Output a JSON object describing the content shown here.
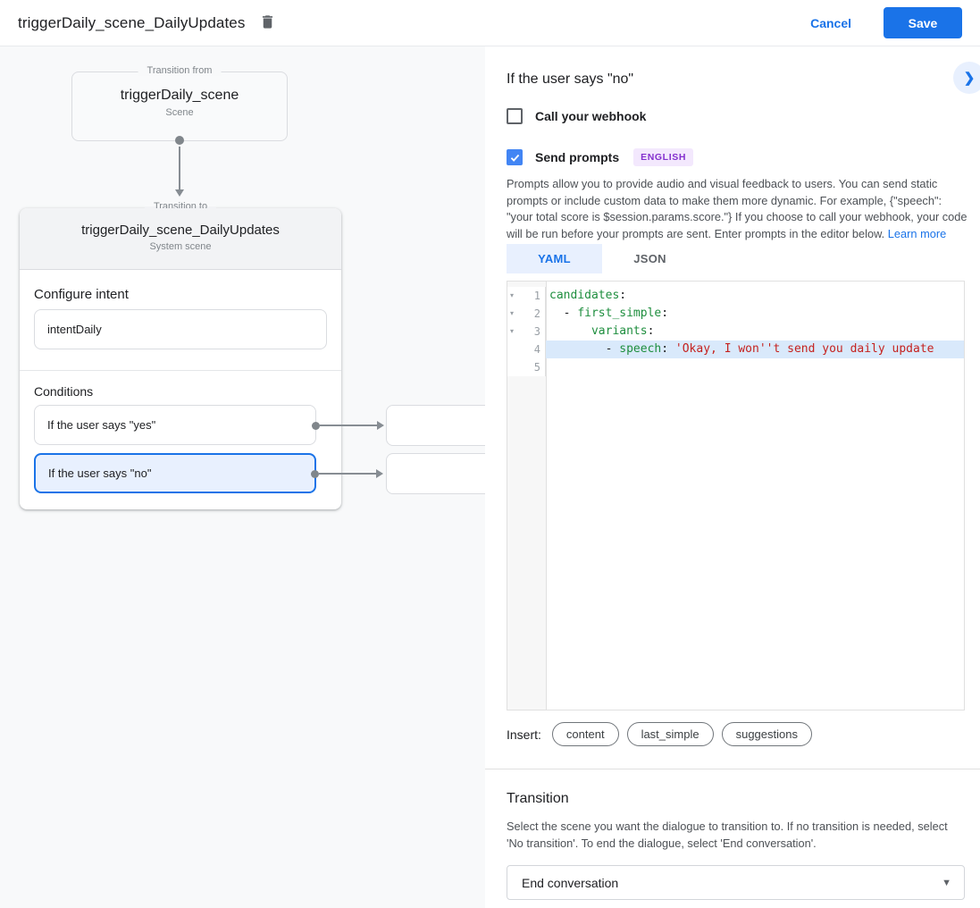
{
  "colors": {
    "accent": "#1a73e8",
    "selected_bg": "#e8f0fe",
    "selected_border": "#1a73e8",
    "code_key": "#1e8e3e",
    "code_string": "#c5221f",
    "badge_bg": "#f3e8fd",
    "badge_text": "#8430ce",
    "canvas_bg": "#f8f9fa"
  },
  "header": {
    "title": "triggerDaily_scene_DailyUpdates",
    "cancel_label": "Cancel",
    "save_label": "Save"
  },
  "diagram": {
    "from_node": {
      "legend": "Transition from",
      "title": "triggerDaily_scene",
      "subtitle": "Scene"
    },
    "to_card": {
      "legend": "Transition to",
      "title": "triggerDaily_scene_DailyUpdates",
      "subtitle": "System scene",
      "configure_intent_label": "Configure intent",
      "intent_value": "intentDaily",
      "conditions_label": "Conditions",
      "conditions": [
        {
          "label": "If the user says \"yes\"",
          "selected": false
        },
        {
          "label": "If the user says \"no\"",
          "selected": true
        }
      ]
    }
  },
  "panel": {
    "title": "If the user says \"no\"",
    "webhook": {
      "label": "Call your webhook",
      "checked": false
    },
    "send_prompts": {
      "label": "Send prompts",
      "checked": true,
      "badge": "ENGLISH"
    },
    "description": "Prompts allow you to provide audio and visual feedback to users. You can send static prompts or include custom data to make them more dynamic. For example, {\"speech\": \"your total score is $session.params.score.\"} If you choose to call your webhook, your code will be run before your prompts are sent. Enter prompts in the editor below.",
    "learn_more": "Learn more",
    "tabs": [
      {
        "label": "YAML",
        "active": true
      },
      {
        "label": "JSON",
        "active": false
      }
    ],
    "editor": {
      "lines": [
        {
          "num": "1",
          "fold": true,
          "active": false,
          "segments": [
            {
              "type": "key",
              "text": "candidates"
            },
            {
              "type": "plain",
              "text": ":"
            }
          ]
        },
        {
          "num": "2",
          "fold": true,
          "active": false,
          "segments": [
            {
              "type": "plain",
              "text": "  - "
            },
            {
              "type": "key",
              "text": "first_simple"
            },
            {
              "type": "plain",
              "text": ":"
            }
          ]
        },
        {
          "num": "3",
          "fold": true,
          "active": false,
          "segments": [
            {
              "type": "plain",
              "text": "      "
            },
            {
              "type": "key",
              "text": "variants"
            },
            {
              "type": "plain",
              "text": ":"
            }
          ]
        },
        {
          "num": "4",
          "fold": false,
          "active": true,
          "segments": [
            {
              "type": "plain",
              "text": "        - "
            },
            {
              "type": "key",
              "text": "speech"
            },
            {
              "type": "plain",
              "text": ": "
            },
            {
              "type": "string",
              "text": "'Okay, I won''t send you daily update"
            }
          ]
        },
        {
          "num": "5",
          "fold": false,
          "active": false,
          "segments": []
        }
      ]
    },
    "insert_label": "Insert:",
    "insert_chips": [
      "content",
      "last_simple",
      "suggestions"
    ],
    "transition": {
      "title": "Transition",
      "description": "Select the scene you want the dialogue to transition to. If no transition is needed, select 'No transition'. To end the dialogue, select 'End conversation'.",
      "value": "End conversation"
    }
  }
}
